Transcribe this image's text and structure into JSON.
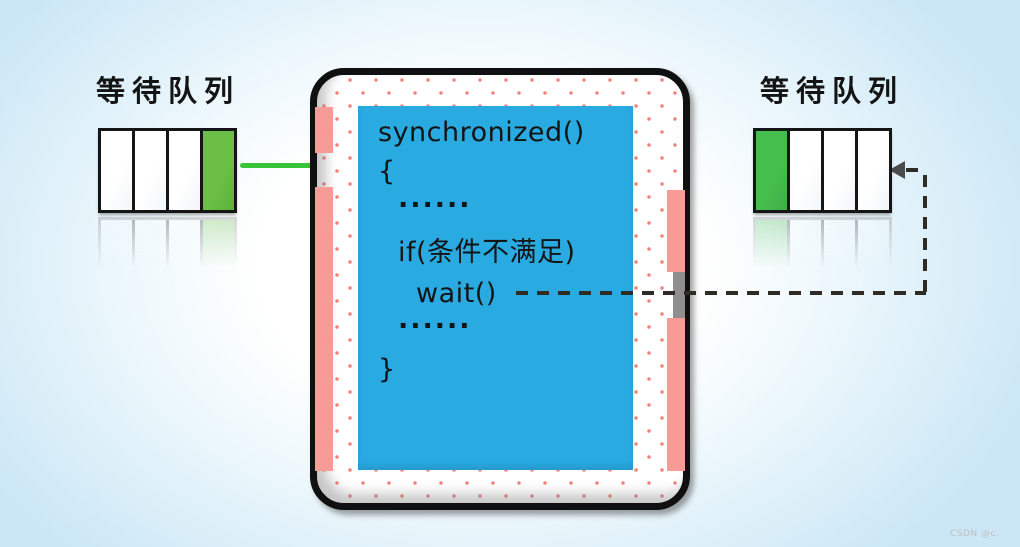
{
  "left_queue": {
    "label": "等待队列",
    "cells": [
      "empty",
      "empty",
      "empty",
      "active"
    ]
  },
  "right_queue": {
    "label": "等待队列",
    "cells": [
      "active",
      "empty",
      "empty",
      "empty"
    ]
  },
  "code": {
    "l1": "synchronized()",
    "l2": "{",
    "l3": "......",
    "l4": "if(条件不满足)",
    "l5": "wait()",
    "l6": "......",
    "l7": "}"
  },
  "watermark": "CSDN @c.",
  "colors": {
    "bg-edge": "#cbe7f6",
    "blue-box": "#29abe2",
    "pink-bar": "#f89b97",
    "dot": "#f2837b",
    "cell-green-left": "#6abf44",
    "cell-green-right": "#46be4d",
    "arrow-green": "#38c438",
    "dash": "#2f2b25",
    "ink": "#141414"
  }
}
